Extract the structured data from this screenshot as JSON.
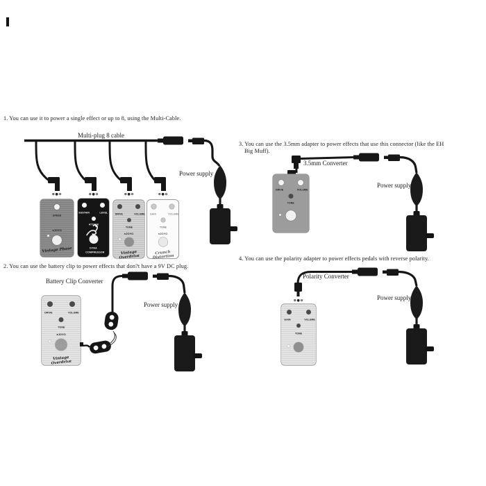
{
  "document": {
    "background": "#ffffff",
    "ink": "#1c1c1c"
  },
  "symbols": {
    "polarity": "⊕●⊖"
  },
  "sections": {
    "one": {
      "caption": "1. You can use it to power a single effect or up to 8, using the Multi-Cable.",
      "cable_label": "Multi-plug 8 cable",
      "power_label": "Power supply"
    },
    "two": {
      "caption": "2. You can use the battery clip to power effects that don?t have a 9V DC plug.",
      "converter_label": "Battery Clip Converter",
      "power_label": "Power supply"
    },
    "three": {
      "caption_line1": "3. You can use the 3.5mm adapter to power effects that use this connector (like the EH",
      "caption_line2": "Big Muff).",
      "converter_label": "3.5mm Converter",
      "power_label": "Power supply"
    },
    "four": {
      "caption": "4. You can use the polarity adapter to power effects pedals with reverse polarity.",
      "converter_label": "Polarity Converter",
      "power_label": "Power supply"
    }
  },
  "pedals": {
    "vintage_phase": {
      "brand": "●JOYO",
      "name": "Vintage Phase",
      "knob_label": "SPEED"
    },
    "dyna_compressor": {
      "name_line1": "DYNA",
      "name_line2": "COMPRESSOR",
      "knob_left": "SUSTAIN",
      "knob_right": "LEVEL",
      "knob_mid": "ATTACK"
    },
    "vintage_overdrive": {
      "brand": "●JOYO",
      "name": "Vintage Overdrive",
      "knob_left": "DRIVE",
      "knob_right": "VOLUME",
      "knob_mid": "TONE"
    },
    "crunch_distortion": {
      "brand": "●JOYO",
      "name": "Crunch Distortion",
      "knob_left": "GAIN",
      "knob_right": "VOLUME",
      "knob_mid": "TONE"
    },
    "effect_s3": {
      "knob_left": "DRIVE",
      "knob_right": "VOLUME",
      "knob_mid": "TONE"
    },
    "effect_s4": {
      "knob_left": "GAIN",
      "knob_right": "VOLUME",
      "knob_mid": "TONE"
    }
  }
}
